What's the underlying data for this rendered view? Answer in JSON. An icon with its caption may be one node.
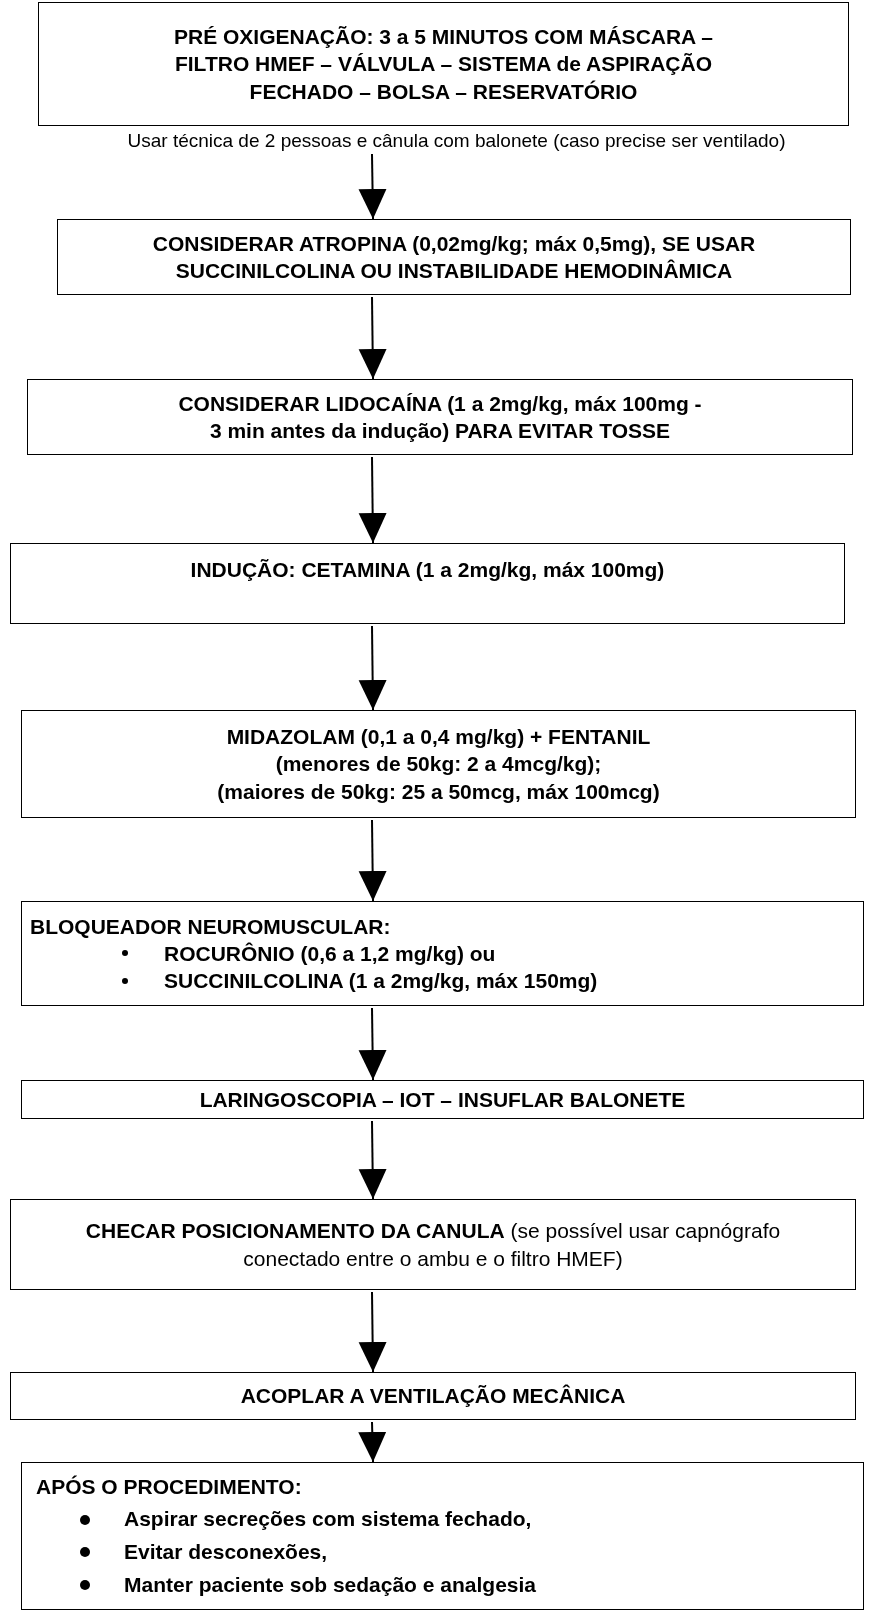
{
  "diagram": {
    "nodes": [
      {
        "text": [
          "PRÉ OXIGENAÇÃO: 3 a 5 MINUTOS COM MÁSCARA – FILTRO HMEF – VÁLVULA – SISTEMA de ASPIRAÇÃO FECHADO – BOLSA – RESERVATÓRIO"
        ],
        "beside": [
          "Usar técnica de 2 pessoas e cânula com balonete (caso precise ser ventilado)"
        ]
      },
      {
        "text": [
          "CONSIDERAR ATROPINA (0,02mg/kg; máx 0,5mg), SE USAR SUCCINILCOLINA OU INSTABILIDADE HEMODINÂMICA"
        ]
      },
      {
        "text": [
          "CONSIDERAR LIDOCAÍNA (1 a 2mg/kg, máx 100mg - 3 min antes da indução) PARA EVITAR TOSSE"
        ]
      },
      {
        "text": [
          "INDUÇÃO: CETAMINA (1 a 2mg/kg, máx 100mg)"
        ]
      },
      {
        "text": [
          "MIDAZOLAM (0,1 a 0,4 mg/kg) + FENTANIL",
          "(menores de 50kg: 2 a 4mcg/kg);",
          "(maiores de 50kg: 25 a 50mcg, máx 100mcg)"
        ]
      },
      {
        "text": [
          "BLOQUEADOR NEUROMUSCULAR:",
          "ROCURÔNIO (0,6 a 1,2 mg/kg) ou",
          "SUCCINILCOLINA (1 a 2mg/kg, máx 150mg)"
        ]
      },
      {
        "text": [
          "LARINGOSCOPIA – IOT – INSUFLAR BALONETE"
        ]
      },
      {
        "text": [
          "**CHECAR POSICIONAMENTO DA CANULA** (se possível usar capnógrafo conectado entre o ambu e o filtro HMEF)"
        ]
      },
      {
        "text": [
          "ACOPLAR A VENTILAÇÃO MECÂNICA"
        ]
      },
      {
        "text": [
          "APÓS O PROCEDIMENTO:",
          "Aspirar secreções com sistema fechado,",
          "Evitar desconexões,",
          "Manter paciente sob sedação e analgesia"
        ]
      }
    ],
    "edges": [
      {
        "from": 0,
        "to": 1,
        "arrow": "to"
      },
      {
        "from": 1,
        "to": 2,
        "arrow": "to"
      },
      {
        "from": 2,
        "to": 3,
        "arrow": "to"
      },
      {
        "from": 3,
        "to": 4,
        "arrow": "to"
      },
      {
        "from": 4,
        "to": 5,
        "arrow": "to"
      },
      {
        "from": 5,
        "to": 6,
        "arrow": "to"
      },
      {
        "from": 6,
        "to": 7,
        "arrow": "to"
      },
      {
        "from": 7,
        "to": 8,
        "arrow": "to"
      },
      {
        "from": 8,
        "to": 9,
        "arrow": "to"
      }
    ]
  }
}
